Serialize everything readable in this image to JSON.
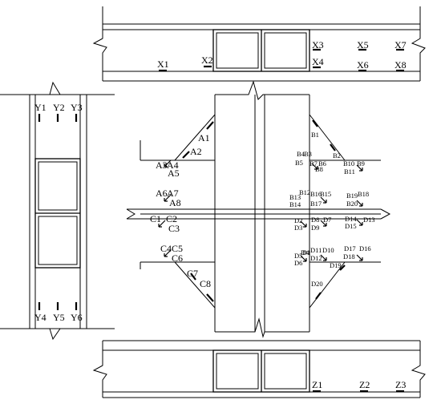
{
  "diagram": {
    "top_beam_labels": [
      "X1",
      "X2",
      "X3",
      "X4",
      "X5",
      "X6",
      "X7",
      "X8"
    ],
    "left_column_labels": [
      "Y1",
      "Y2",
      "Y3",
      "Y4",
      "Y5",
      "Y6"
    ],
    "bottom_beam_labels": [
      "Z1",
      "Z2",
      "Z3"
    ],
    "joint_labels_large": [
      "A1",
      "A2",
      "A3",
      "A4",
      "A5",
      "A6",
      "A7",
      "A8",
      "C1",
      "C2",
      "C3",
      "C4",
      "C5",
      "C6",
      "C7",
      "C8"
    ],
    "joint_labels_small": [
      "B1",
      "B2",
      "B3",
      "B4",
      "B5",
      "B6",
      "B7",
      "B8",
      "B9",
      "B10",
      "B11",
      "B12",
      "B13",
      "B14",
      "B15",
      "B16",
      "B17",
      "B18",
      "B19",
      "B20",
      "D1",
      "D2",
      "D3",
      "D4",
      "D5",
      "D6",
      "D7",
      "D8",
      "D9",
      "D10",
      "D11",
      "D12",
      "D13",
      "D14",
      "D15",
      "D16",
      "D17",
      "D18",
      "D19",
      "D20"
    ]
  }
}
